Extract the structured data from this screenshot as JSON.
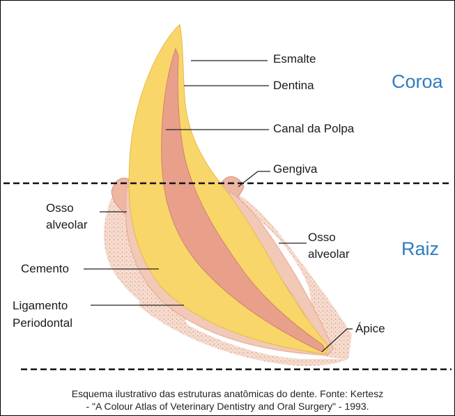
{
  "regions": {
    "crown": "Coroa",
    "root": "Raiz"
  },
  "labels": {
    "enamel": "Esmalte",
    "dentin": "Dentina",
    "pulp_canal": "Canal da Polpa",
    "gingiva": "Gengiva",
    "alveolar_bone_left_1": "Osso",
    "alveolar_bone_left_2": "alveolar",
    "alveolar_bone_right_1": "Osso",
    "alveolar_bone_right_2": "alveolar",
    "cementum": "Cemento",
    "ligament_1": "Ligamento",
    "ligament_2": "Periodontal",
    "apex": "Ápice"
  },
  "caption": {
    "line1": "Esquema ilustrativo das estruturas anatômicas do dente. Fonte: Kertesz",
    "line2": "- \"A Colour Atlas of Veterinary Dentistry and Oral Surgery\" - 1993."
  },
  "colors": {
    "enamel": "#f8d66a",
    "dentin": "#f6c957",
    "pulp": "#e8a08a",
    "bone": "#f3d4c6",
    "gum": "#eeb7a4",
    "region_text": "#2f7cc0"
  }
}
